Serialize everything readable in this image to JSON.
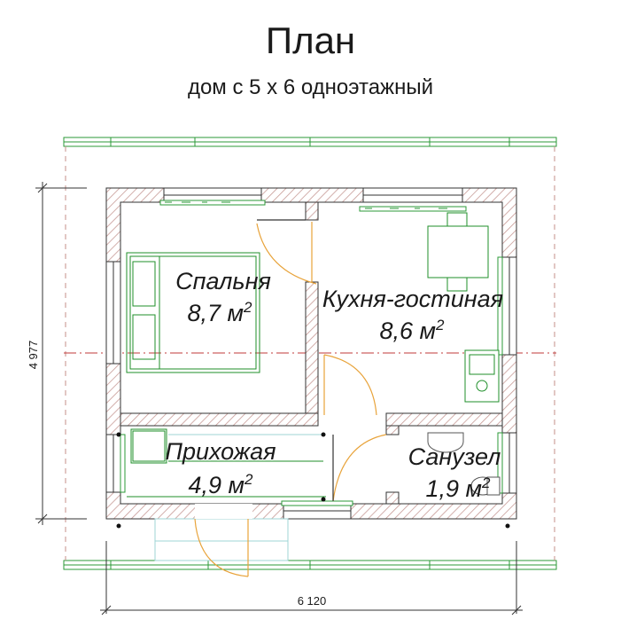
{
  "header": {
    "title": "План",
    "subtitle": "дом с 5 х 6 одноэтажный"
  },
  "rooms": {
    "bedroom": {
      "name": "Спальня",
      "area": "8,7 м",
      "unit_power": "2"
    },
    "kitchen": {
      "name": "Кухня-гостиная",
      "area": "8,6 м",
      "unit_power": "2"
    },
    "hall": {
      "name": "Прихожая",
      "area": "4,9 м",
      "unit_power": "2"
    },
    "bathroom": {
      "name": "Санузел",
      "area": "1,9 м",
      "unit_power": "2"
    }
  },
  "dimensions": {
    "height": "4 977",
    "width": "6 120"
  },
  "colors": {
    "wall_hatch": "#c79a96",
    "furniture": "#1f8f2a",
    "door": "#e8a33a",
    "axis": "#c23a3a",
    "glass": "#9fd4d6",
    "line": "#333333"
  }
}
